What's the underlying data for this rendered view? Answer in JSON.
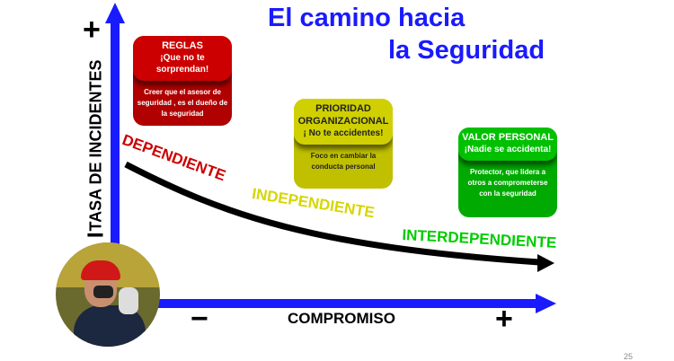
{
  "title": {
    "line1": "El camino hacia",
    "line2": "la Seguridad"
  },
  "y_axis": {
    "label": "TASA DE INCIDENTES",
    "plus": "+",
    "minus": "−"
  },
  "x_axis": {
    "label": "COMPROMISO",
    "plus": "+",
    "minus": "−"
  },
  "boxes": [
    {
      "title": "REGLAS",
      "subtitle": "¡Que no te sorprendan!",
      "desc": "Creer que el asesor de seguridad , es el dueño de la seguridad",
      "color": "#c40000"
    },
    {
      "title": "PRIORIDAD ORGANIZACIONAL",
      "subtitle": "¡ No te accidentes!",
      "desc": "Foco en cambiar la conducta personal",
      "color": "#cccc00"
    },
    {
      "title": "VALOR PERSONAL",
      "subtitle": "¡Nadie se accidenta!",
      "desc": "Protector, que lidera a otros a comprometerse con la seguridad",
      "color": "#00bb00"
    }
  ],
  "stages": [
    {
      "label": "DEPENDIENTE",
      "color": "#cc0000"
    },
    {
      "label": "INDEPENDIENTE",
      "color": "#d6d600"
    },
    {
      "label": "INTERDEPENDIENTE",
      "color": "#00cc00"
    }
  ],
  "page_number": "25"
}
